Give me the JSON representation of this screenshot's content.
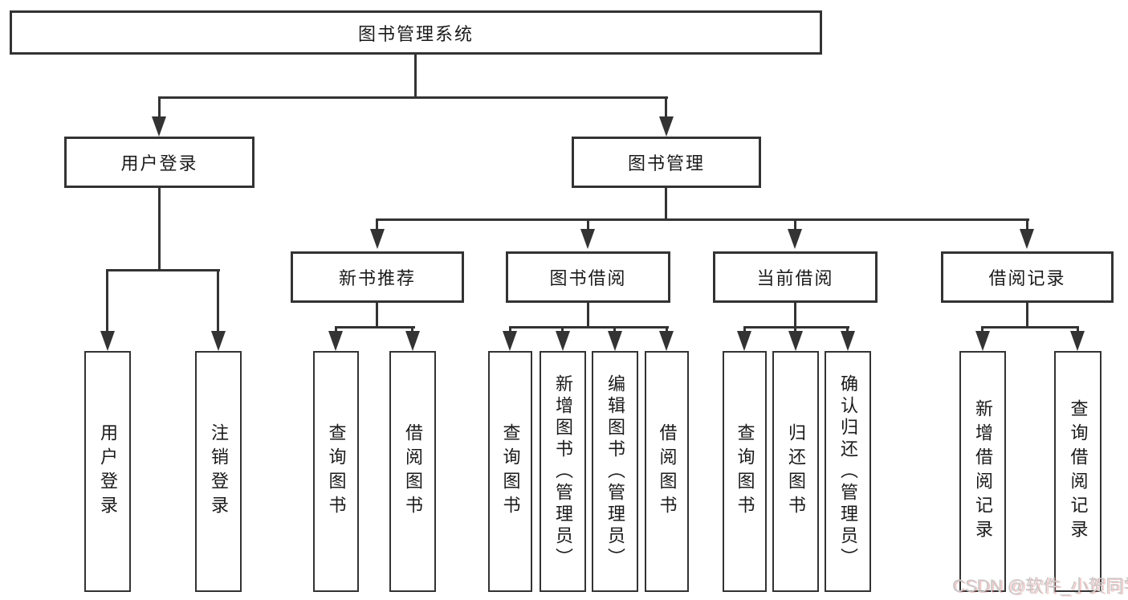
{
  "tree": {
    "root": "图书管理系统",
    "children": [
      {
        "label": "用户登录",
        "children": [
          "用户登录",
          "注销登录"
        ]
      },
      {
        "label": "图书管理",
        "children": [
          {
            "label": "新书推荐",
            "children": [
              "查询图书",
              "借阅图书"
            ]
          },
          {
            "label": "图书借阅",
            "children": [
              "查询图书",
              "新增图书（管理员）",
              "编辑图书（管理员）",
              "借阅图书"
            ]
          },
          {
            "label": "当前借阅",
            "children": [
              "查询图书",
              "归还图书",
              "确认归还（管理员）"
            ]
          },
          {
            "label": "借阅记录",
            "children": [
              "新增借阅记录",
              "查询借阅记录"
            ]
          }
        ]
      }
    ]
  },
  "watermark": {
    "text": "CSDN @软件_小贺同学",
    "color": "#c9c9c9"
  },
  "colors": {
    "line": "#333333",
    "box_border": "#333333",
    "box_fill": "#ffffff",
    "text": "#1a1a1a",
    "background": "#ffffff"
  }
}
